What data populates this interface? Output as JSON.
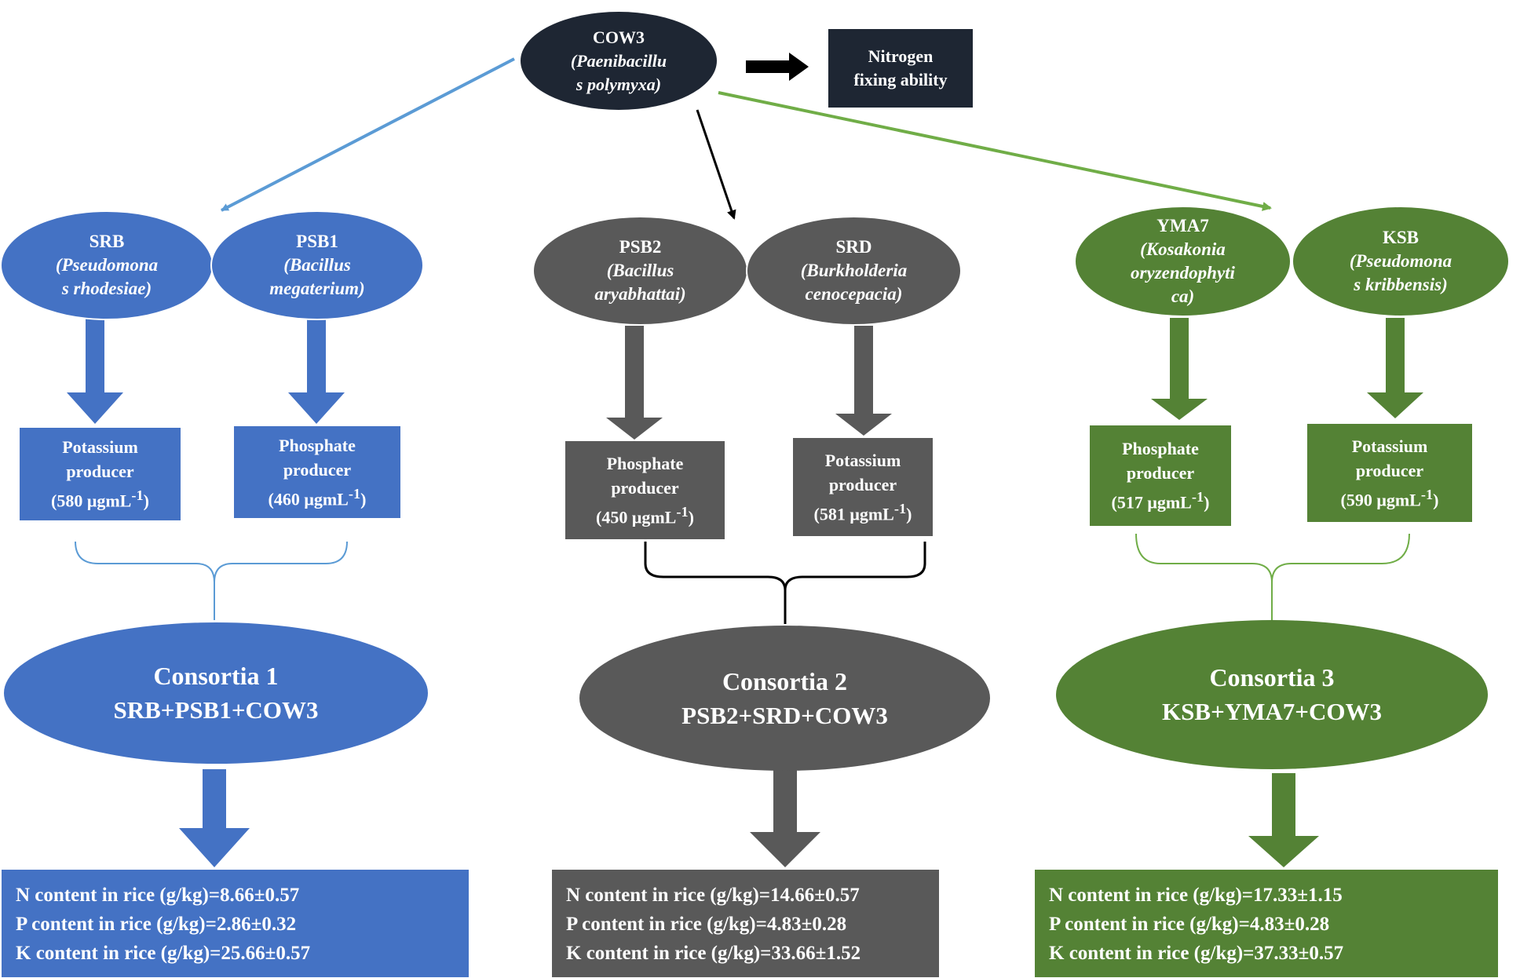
{
  "root": {
    "name": "COW3",
    "species_line1": "(Paenibacillu",
    "species_line2": "s polymyxa)"
  },
  "nitrogen_box": {
    "line1": "Nitrogen",
    "line2": "fixing ability"
  },
  "colors": {
    "blue": "#4472C4",
    "gray": "#595959",
    "green": "#548235",
    "navy": "#1E2633",
    "light_blue_arrow": "#5B9BD5",
    "green_arrow": "#70AD47"
  },
  "branches": [
    {
      "bacteria": [
        {
          "name": "SRB",
          "species_line1": "(Pseudomona",
          "species_line2": "s rhodesiae)"
        },
        {
          "name": "PSB1",
          "species_line1": "(Bacillus",
          "species_line2": "megaterium)"
        }
      ],
      "producers": [
        {
          "line1": "Potassium",
          "line2": "producer",
          "line3": "(580  μgmL",
          "sup": "-1",
          "close": ")"
        },
        {
          "line1": "Phosphate",
          "line2": "producer",
          "line3": "(460 μgmL",
          "sup": "-1",
          "close": ")"
        }
      ],
      "consortium": {
        "title": "Consortia 1",
        "members": "SRB+PSB1+COW3"
      },
      "results": [
        "N content in rice (g/kg)=8.66±0.57",
        "P content in rice (g/kg)=2.86±0.32",
        "K content in rice (g/kg)=25.66±0.57"
      ]
    },
    {
      "bacteria": [
        {
          "name": "PSB2",
          "species_line1": "(Bacillus",
          "species_line2": "aryabhattai)"
        },
        {
          "name": "SRD",
          "species_line1": "(Burkholderia",
          "species_line2": "cenocepacia)"
        }
      ],
      "producers": [
        {
          "line1": "Phosphate",
          "line2": "producer",
          "line3": "(450 μgmL",
          "sup": "-1",
          "close": ")"
        },
        {
          "line1": "Potassium",
          "line2": "producer",
          "line3": "(581 μgmL",
          "sup": "-1",
          "close": ")"
        }
      ],
      "consortium": {
        "title": "Consortia 2",
        "members": "PSB2+SRD+COW3"
      },
      "results": [
        "N content in rice (g/kg)=14.66±0.57",
        "P content in rice (g/kg)=4.83±0.28",
        "K content in rice (g/kg)=33.66±1.52"
      ]
    },
    {
      "bacteria": [
        {
          "name": "YMA7",
          "species_line1": "(Kosakonia",
          "species_line2": "oryzendophyti",
          "species_line3": "ca)"
        },
        {
          "name": "KSB",
          "species_line1": "(Pseudomona",
          "species_line2": "s kribbensis)"
        }
      ],
      "producers": [
        {
          "line1": "Phosphate",
          "line2": "producer",
          "line3": "(517 μgmL",
          "sup": "-1",
          "close": ")"
        },
        {
          "line1": "Potassium",
          "line2": "producer",
          "line3": "(590 μgmL",
          "sup": "-1",
          "close": ")"
        }
      ],
      "consortium": {
        "title": "Consortia 3",
        "members": "KSB+YMA7+COW3"
      },
      "results": [
        "N content in rice (g/kg)=17.33±1.15",
        "P content in rice (g/kg)=4.83±0.28",
        "K content in rice (g/kg)=37.33±0.57"
      ]
    }
  ]
}
